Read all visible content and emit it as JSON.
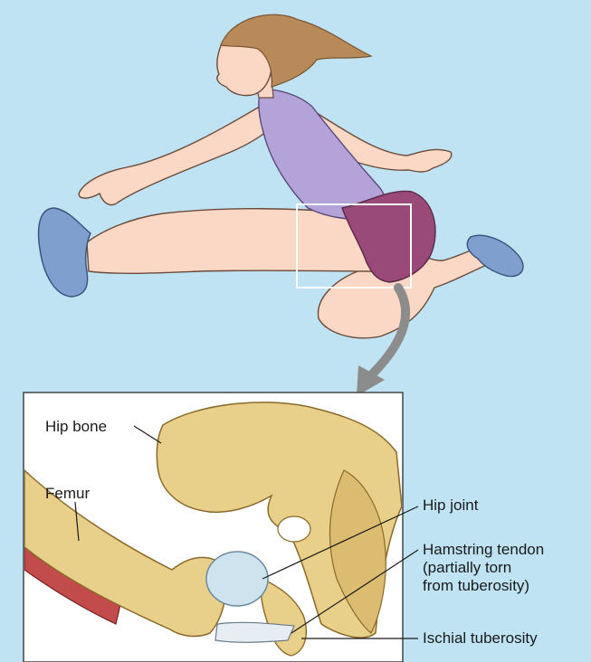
{
  "colors": {
    "background": "#bfe3f3",
    "inset_background": "#ffffff",
    "bone": "#e8cf8a",
    "bone_shadow": "#c9a85a",
    "cartilage": "#cfe3ee",
    "tank_top": "#b3a3d8",
    "shorts": "#9a4a78",
    "skin": "#fbd8c6",
    "hair": "#b88a5a",
    "shoe": "#7f9fce",
    "muscle": "#c24b4b",
    "arrow": "#8c8c8c"
  },
  "labels": {
    "hip_bone": "Hip bone",
    "femur": "Femur",
    "hip_joint": "Hip joint",
    "hamstring_tendon_line1": "Hamstring tendon",
    "hamstring_tendon_line2": "(partially torn",
    "hamstring_tendon_line3": "from tuberosity)",
    "ischial_tuberosity": "Ischial tuberosity"
  }
}
